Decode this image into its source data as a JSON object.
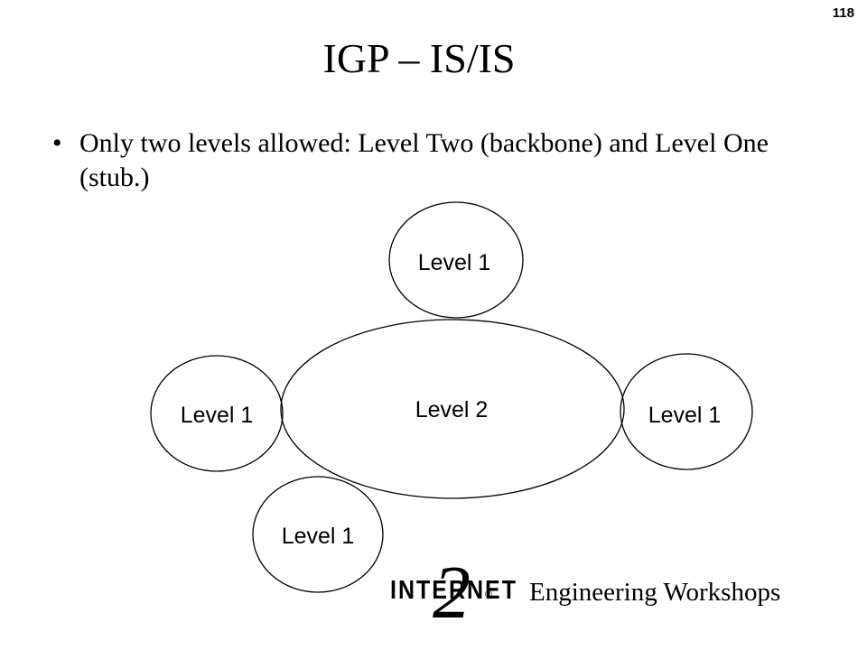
{
  "slide": {
    "number": "118",
    "title": "IGP – IS/IS",
    "bullet_symbol": "•",
    "bullet": "Only two levels allowed: Level Two (backbone) and Level One (stub.)",
    "footer": "Engineering Workshops"
  },
  "diagram": {
    "center": "Level 2",
    "top": "Level 1",
    "left": "Level 1",
    "right": "Level 1",
    "bottom_left": "Level 1"
  },
  "logo": {
    "text": "INTERNET",
    "numeral": "2",
    "mark": "®"
  }
}
